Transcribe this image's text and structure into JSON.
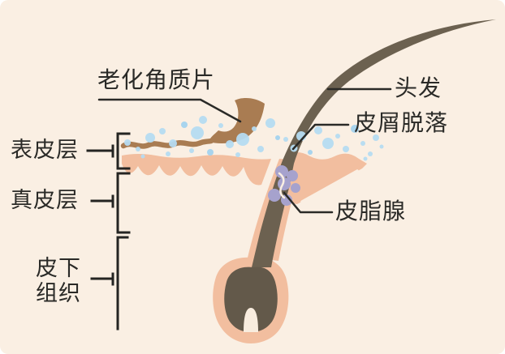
{
  "diagram": {
    "labels": {
      "aged_keratin_flake": "老化角质片",
      "hair": "头发",
      "dandruff_shedding": "皮屑脱落",
      "sebaceous_gland": "皮脂腺",
      "epidermis": "表皮层",
      "dermis": "真皮层",
      "subcutaneous_tissue": "皮下组织"
    },
    "colors": {
      "background": "#FAEFE3",
      "line_and_text": "#2A2A27",
      "hair": "#6C6150",
      "hair_bulb": "#63594A",
      "skin": "#F2BE9F",
      "keratin_flake": "#A97C52",
      "dandruff_bubble": "#B5DBF1",
      "sebaceous_gland": "#A6A2CD"
    }
  }
}
